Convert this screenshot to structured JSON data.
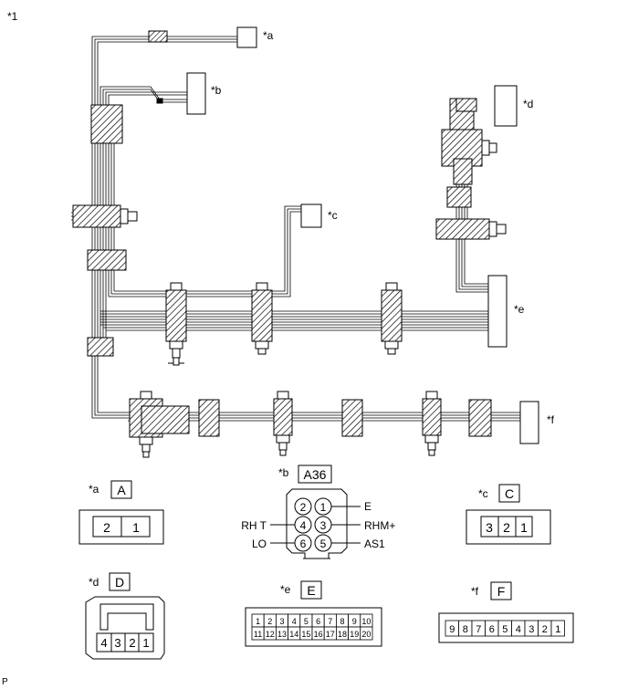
{
  "figure_label": "*1",
  "corner_label": "P",
  "callouts": {
    "a": "*a",
    "b": "*b",
    "c": "*c",
    "d": "*d",
    "e": "*e",
    "f": "*f"
  },
  "connectors": {
    "a": {
      "ref": "*a",
      "code": "A",
      "pins": [
        "2",
        "1"
      ]
    },
    "b": {
      "ref": "*b",
      "code": "A36",
      "pins": [
        {
          "num": "2",
          "label": ""
        },
        {
          "num": "1",
          "label": "E"
        },
        {
          "num": "4",
          "label": "RH T"
        },
        {
          "num": "3",
          "label": "RHM+"
        },
        {
          "num": "6",
          "label": "LO"
        },
        {
          "num": "5",
          "label": "AS1"
        }
      ]
    },
    "c": {
      "ref": "*c",
      "code": "C",
      "pins": [
        "3",
        "2",
        "1"
      ]
    },
    "d": {
      "ref": "*d",
      "code": "D",
      "pins": [
        "4",
        "3",
        "2",
        "1"
      ]
    },
    "e": {
      "ref": "*e",
      "code": "E",
      "row1": [
        "1",
        "2",
        "3",
        "4",
        "5",
        "6",
        "7",
        "8",
        "9",
        "10"
      ],
      "row2": [
        "11",
        "12",
        "13",
        "14",
        "15",
        "16",
        "17",
        "18",
        "19",
        "20"
      ]
    },
    "f": {
      "ref": "*f",
      "code": "F",
      "pins": [
        "9",
        "8",
        "7",
        "6",
        "5",
        "4",
        "3",
        "2",
        "1"
      ]
    }
  }
}
